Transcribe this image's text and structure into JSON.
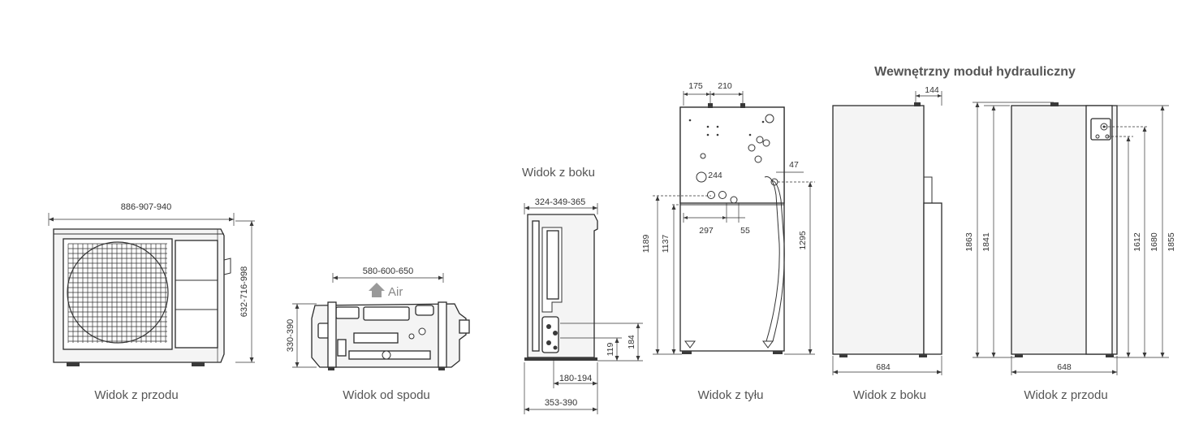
{
  "title": "Wewnętrzny moduł hydrauliczny",
  "air_label": "Air",
  "views": {
    "outdoor_front": "Widok z przodu",
    "outdoor_bottom": "Widok od spodu",
    "outdoor_side": "Widok z boku",
    "indoor_back": "Widok z tyłu",
    "indoor_side": "Widok z boku",
    "indoor_front": "Widok z przodu"
  },
  "dims": {
    "outdoor_front_width": "886-907-940",
    "outdoor_front_height": "632-716-998",
    "outdoor_bottom_width": "580-600-650",
    "outdoor_bottom_height": "330-390",
    "outdoor_side_top": "324-349-365",
    "outdoor_side_184": "184",
    "outdoor_side_119": "119",
    "outdoor_side_180": "180-194",
    "outdoor_side_353": "353-390",
    "back_175": "175",
    "back_210": "210",
    "back_244": "244",
    "back_47": "47",
    "back_297": "297",
    "back_55": "55",
    "back_1189": "1189",
    "back_1137": "1137",
    "back_1295": "1295",
    "side_144": "144",
    "side_684": "684",
    "side_1863": "1863",
    "side_1841": "1841",
    "front_648": "648",
    "front_1612": "1612",
    "front_1680": "1680",
    "front_1855": "1855"
  }
}
